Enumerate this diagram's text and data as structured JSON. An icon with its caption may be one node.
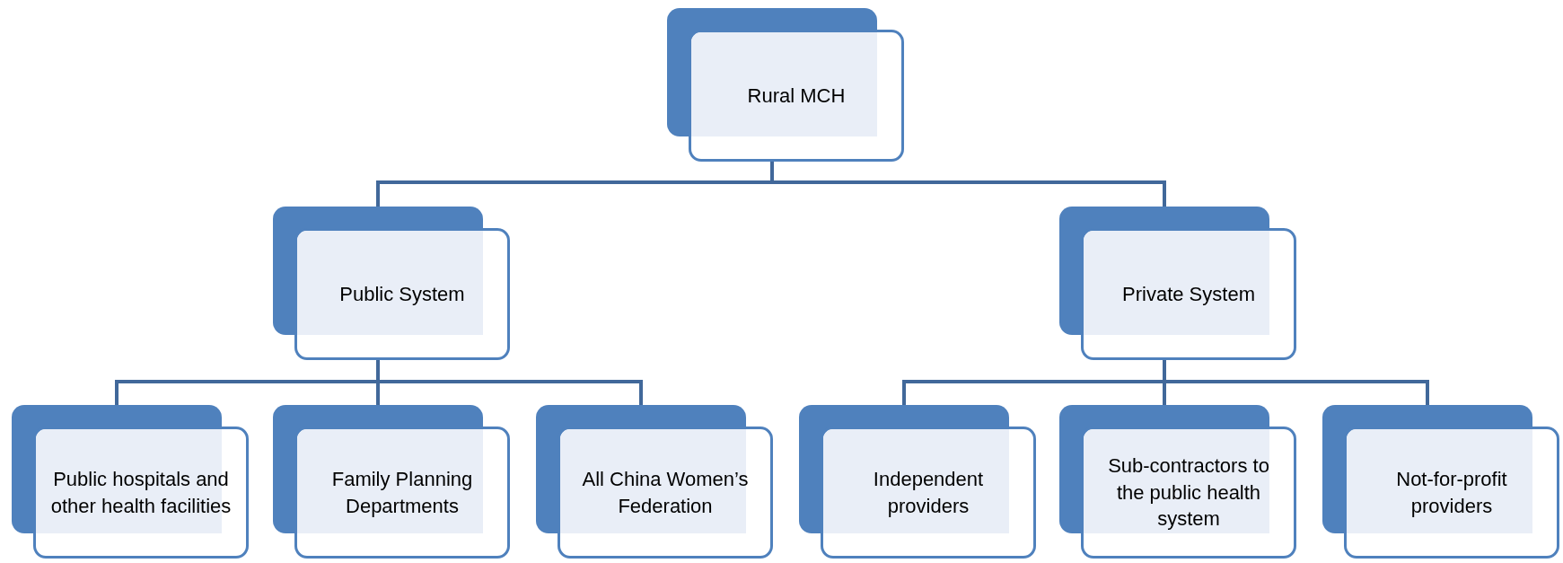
{
  "diagram": {
    "nodes": [
      {
        "text": [
          "Rural MCH"
        ]
      },
      {
        "text": [
          "Public System"
        ]
      },
      {
        "text": [
          "Private System"
        ]
      },
      {
        "text": [
          "Public hospitals and other health facilities"
        ]
      },
      {
        "text": [
          "Family Planning Departments"
        ]
      },
      {
        "text": [
          "All China Women’s Federation"
        ]
      },
      {
        "text": [
          "Independent providers"
        ]
      },
      {
        "text": [
          "Sub-contractors to the public health system"
        ]
      },
      {
        "text": [
          "Not-for-profit providers"
        ]
      }
    ],
    "edges": [
      {
        "from": 0,
        "to": 1,
        "arrow": "none"
      },
      {
        "from": 0,
        "to": 2,
        "arrow": "none"
      },
      {
        "from": 1,
        "to": 3,
        "arrow": "none"
      },
      {
        "from": 1,
        "to": 4,
        "arrow": "none"
      },
      {
        "from": 1,
        "to": 5,
        "arrow": "none"
      },
      {
        "from": 2,
        "to": 6,
        "arrow": "none"
      },
      {
        "from": 2,
        "to": 7,
        "arrow": "none"
      },
      {
        "from": 2,
        "to": 8,
        "arrow": "none"
      }
    ]
  }
}
